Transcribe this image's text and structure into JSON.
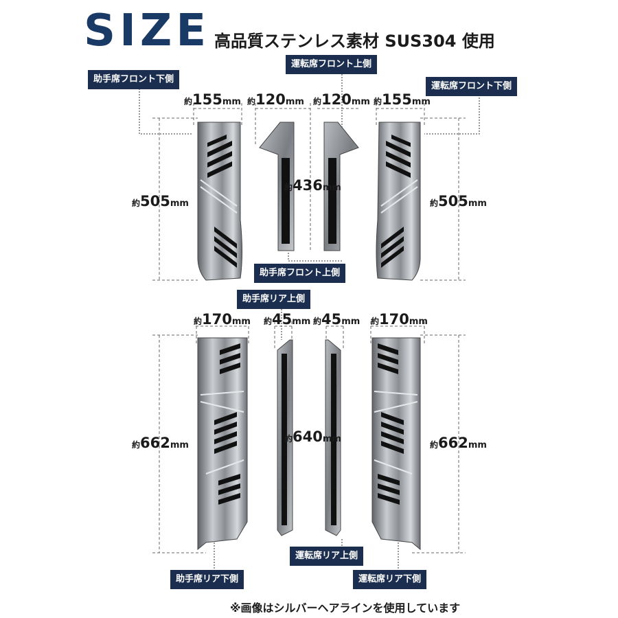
{
  "title": {
    "size": "SIZE",
    "subtitle": "高品質ステンレス素材 SUS304 使用"
  },
  "labels": {
    "passenger_front_lower": "助手席フロント下側",
    "driver_front_upper": "運転席フロント上側",
    "driver_front_lower": "運転席フロント下側",
    "passenger_front_upper": "助手席フロント上側",
    "passenger_rear_upper": "助手席リア上側",
    "driver_rear_upper": "運転席リア上側",
    "passenger_rear_lower": "助手席リア下側",
    "driver_rear_lower": "運転席リア下側"
  },
  "dims": {
    "prefix": "約",
    "unit": "mm",
    "front_lower_width": "155",
    "front_upper_width": "120",
    "front_lower_height": "505",
    "front_upper_height": "436",
    "rear_lower_width": "170",
    "rear_upper_width": "45",
    "rear_lower_height": "662",
    "rear_upper_height": "640"
  },
  "footnote": "※画像はシルバーヘアラインを使用しています",
  "colors": {
    "navy": "#1b2e4f",
    "title": "#1a3a66",
    "steel": "#8c9096"
  }
}
